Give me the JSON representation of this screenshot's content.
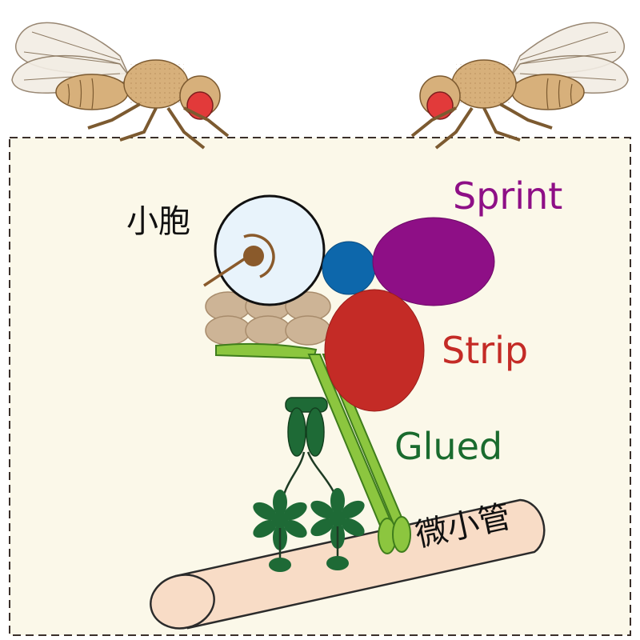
{
  "labels": {
    "vesicle": "小胞",
    "sprint": "Sprint",
    "strip": "Strip",
    "glued": "Glued",
    "microtubule": "微小管"
  },
  "colors": {
    "background": "#fbf8e9",
    "sprint": "#8e0f86",
    "strip": "#c42b26",
    "glued": "#1a6b2e",
    "blue_protein": "#0d67ab",
    "dynein": "#1e6a36",
    "dynactin_arm": "#8cc63f",
    "microtubule": "#f8dcc6",
    "vesicle": "#e8f3fb",
    "membrane_cluster": "#cdb496",
    "cargo": "#8a5a2b",
    "fly_body": "#d7b07b",
    "fly_eye": "#e23a3a"
  }
}
